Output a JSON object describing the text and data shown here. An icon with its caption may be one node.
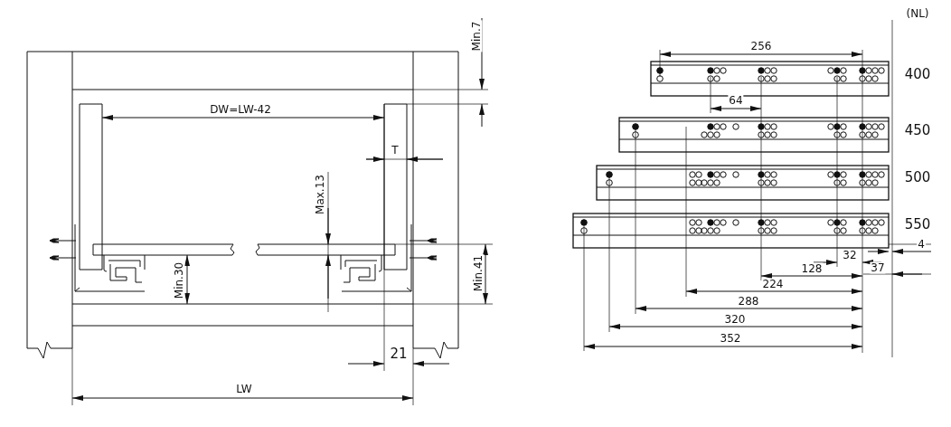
{
  "diagram": {
    "labels": [
      "Min.7",
      "DW=LW-42",
      "T",
      "Max.13",
      "Min.30",
      "Min.41",
      "21",
      "LW",
      "(NL)",
      "256",
      "400",
      "64",
      "450",
      "500",
      "550",
      "4",
      "32",
      "128",
      "37",
      "224",
      "288",
      "320",
      "352"
    ]
  }
}
